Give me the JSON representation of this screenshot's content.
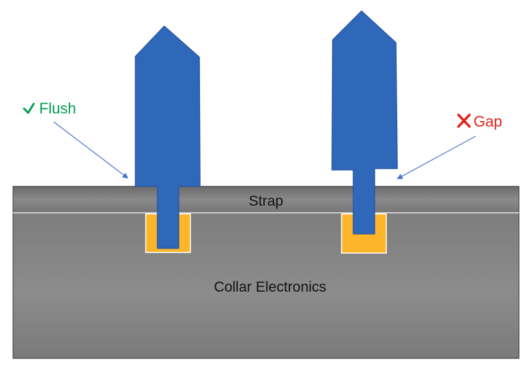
{
  "labels": {
    "strap": "Strap",
    "collar": "Collar Electronics",
    "flush": "Flush",
    "gap": "Gap"
  },
  "icons": {
    "flush_status": "check-icon",
    "gap_status": "cross-icon"
  },
  "colors": {
    "pin": "#2F67B9",
    "pin_edge": "#2A5AA2",
    "socket": "#FDB52A",
    "flush_label": "#00A050",
    "gap_label": "#E0241C",
    "leader": "#4472C4"
  }
}
